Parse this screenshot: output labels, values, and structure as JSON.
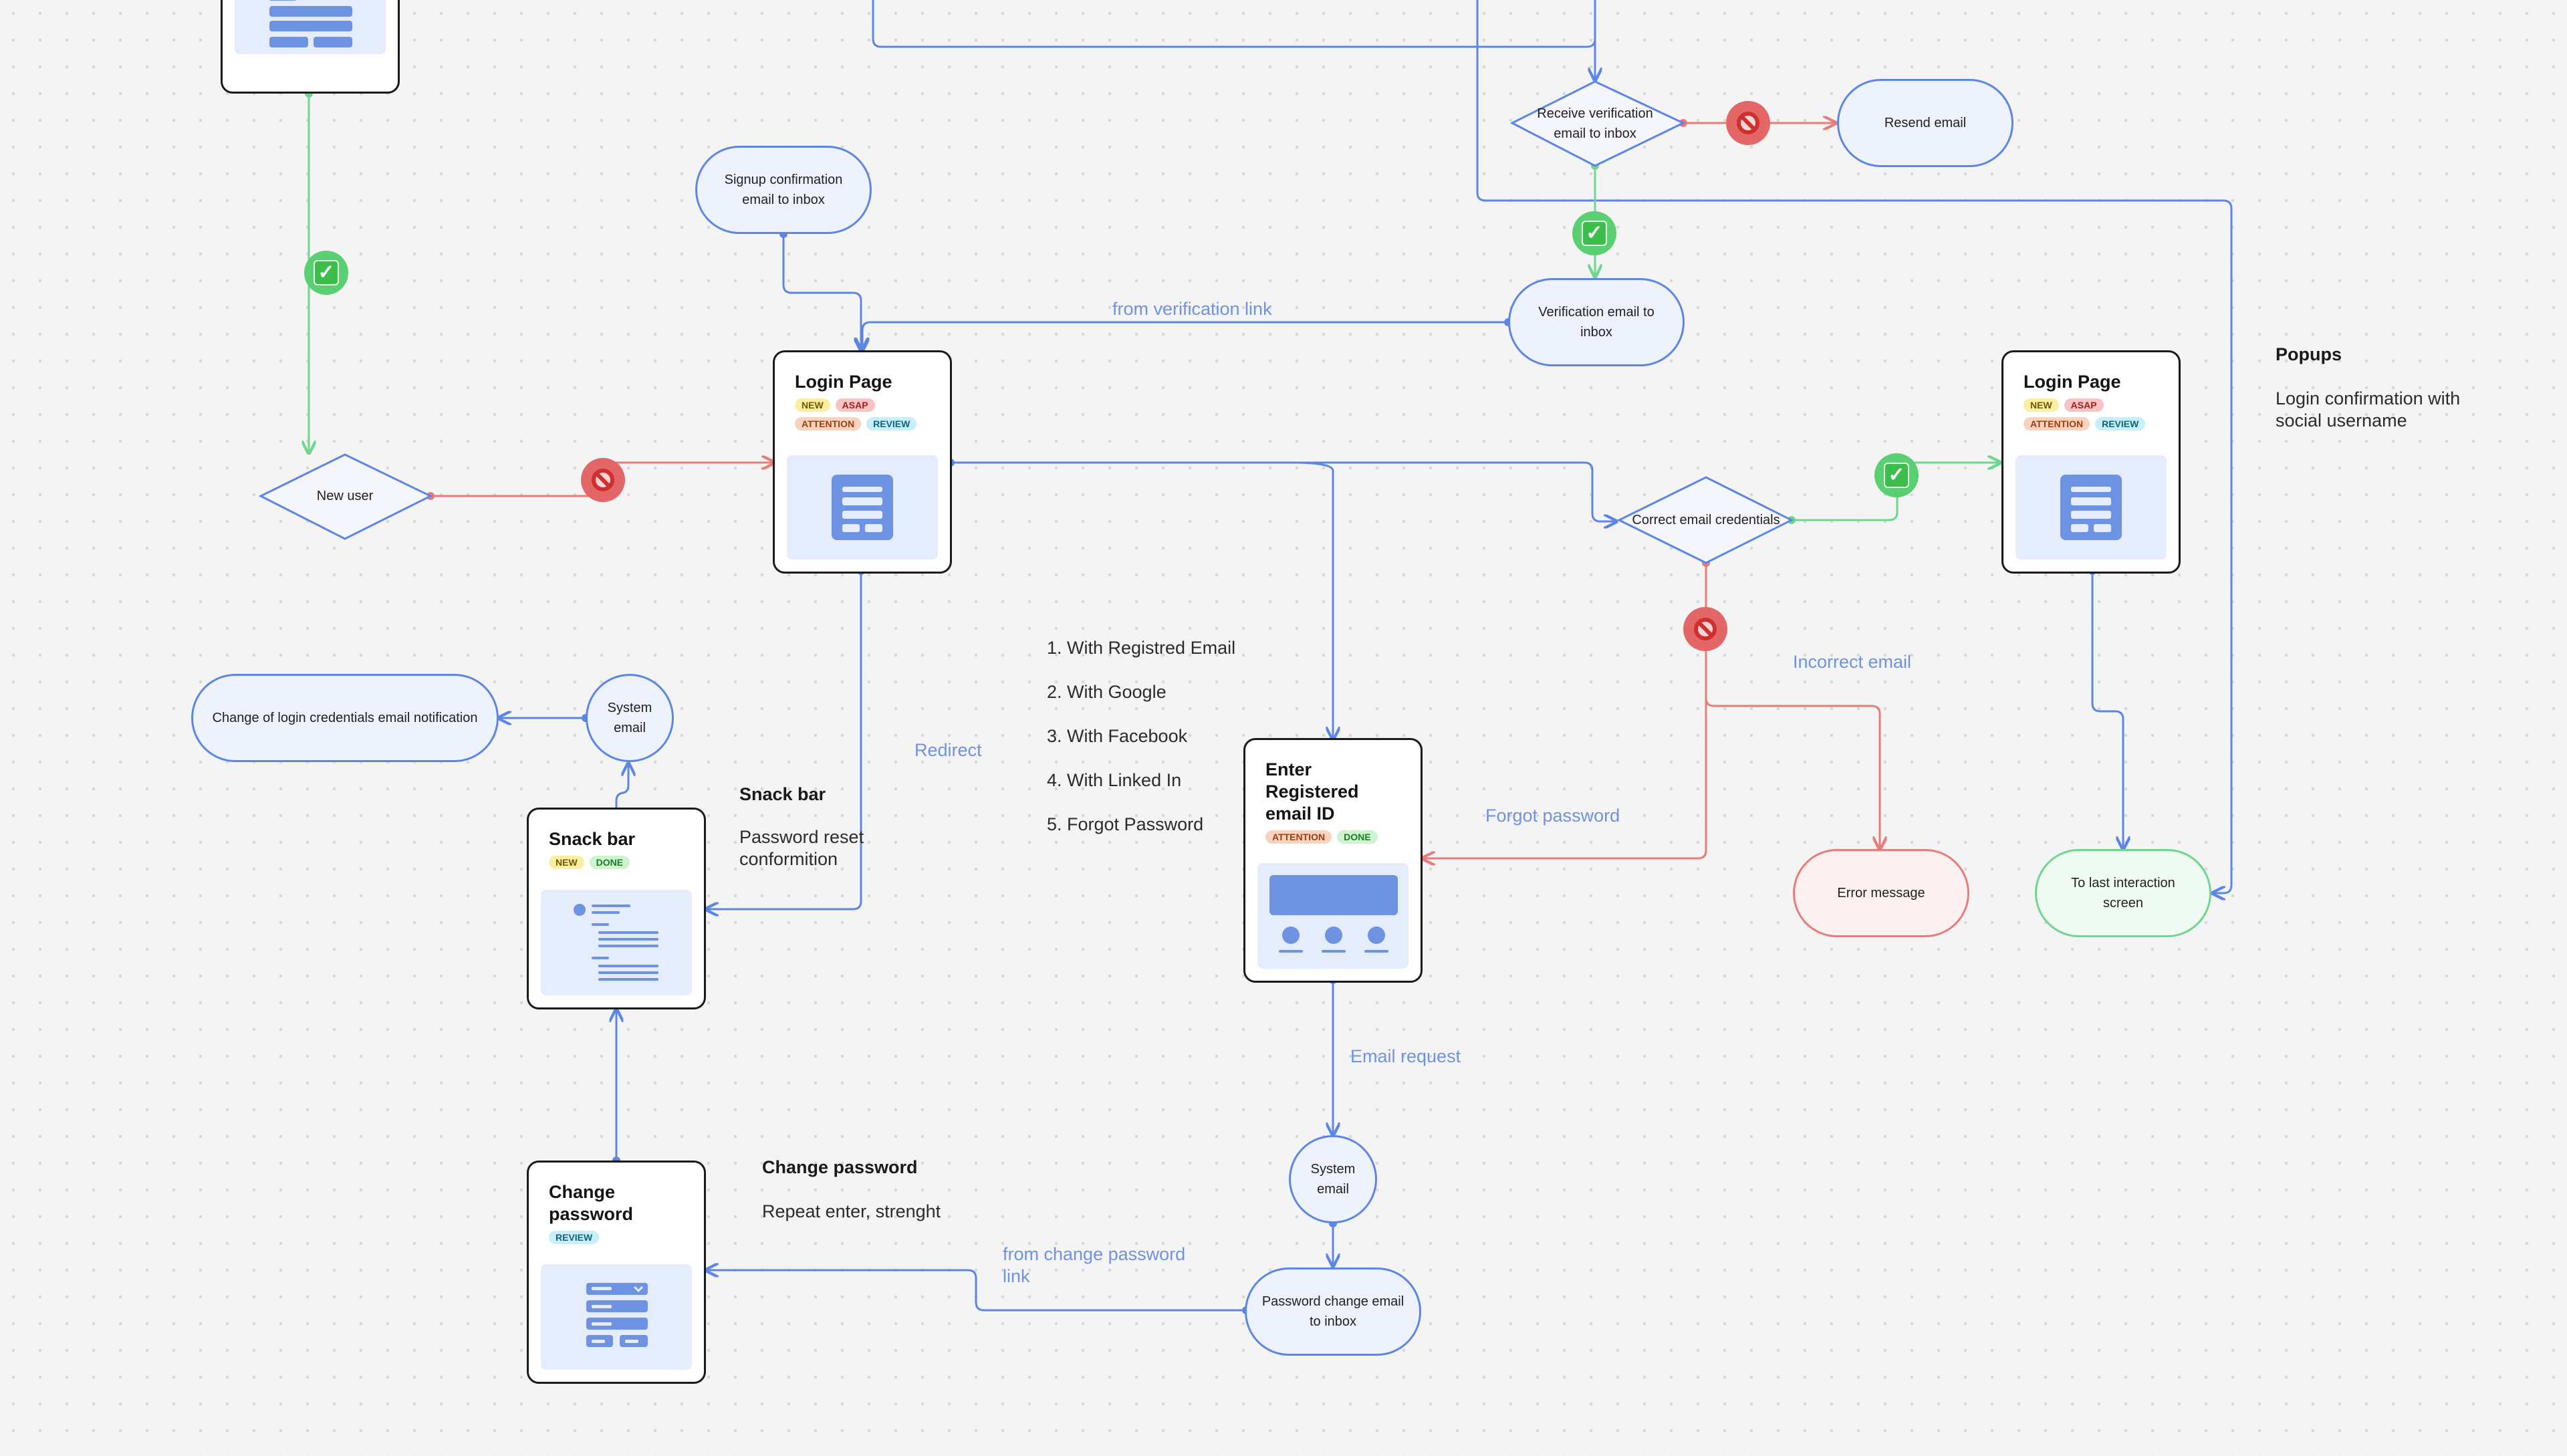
{
  "colors": {
    "flow": "#5c86e6",
    "success": "#6fd68f",
    "error": "#e97b7b",
    "card_border": "#1a1a1a",
    "background": "#f4f4f4"
  },
  "nodes": {
    "signup_confirmation": "Signup confirmation email to inbox",
    "receive_verification": "Receive verification email to inbox",
    "resend_email": "Resend email",
    "verification_email": "Verification email to inbox",
    "new_user": "New user",
    "correct_credentials": "Correct email credentials",
    "change_credentials_notification": "Change of login credentials email notification",
    "system_email_left": "System email",
    "system_email_bottom": "System email",
    "password_change_email": "Password change email to inbox",
    "error_message": "Error message",
    "last_interaction": "To last interaction screen"
  },
  "cards": {
    "login_page_main": {
      "title": "Login Page",
      "tags": [
        "NEW",
        "ASAP",
        "ATTENTION",
        "REVIEW"
      ]
    },
    "login_page_right": {
      "title": "Login Page",
      "tags": [
        "NEW",
        "ASAP",
        "ATTENTION",
        "REVIEW"
      ]
    },
    "enter_email": {
      "title": "Enter Registered email ID",
      "tags": [
        "ATTENTION",
        "DONE"
      ]
    },
    "snack_bar": {
      "title": "Snack bar",
      "tags": [
        "NEW",
        "DONE"
      ]
    },
    "change_password": {
      "title": "Change password",
      "tags": [
        "REVIEW"
      ]
    }
  },
  "edge_labels": {
    "from_verification_link": "from verification link",
    "incorrect_email": "Incorrect email",
    "redirect": "Redirect",
    "forgot_password": "Forgot password",
    "email_request": "Email request",
    "from_change_password_link": "from change password link"
  },
  "login_methods": [
    "1. With Registred Email",
    "2. With Google",
    "3. With Facebook",
    "4. With Linked In",
    "5. Forgot Password"
  ],
  "notes": {
    "popups": {
      "title": "Popups",
      "body": "Login confirmation with social username"
    },
    "snack_bar": {
      "title": "Snack bar",
      "body": "Password reset conformition"
    },
    "change_password": {
      "title": "Change password",
      "body": "Repeat enter, strenght"
    }
  },
  "icons": {
    "approved": "check-icon",
    "rejected": "no-entry-icon"
  }
}
